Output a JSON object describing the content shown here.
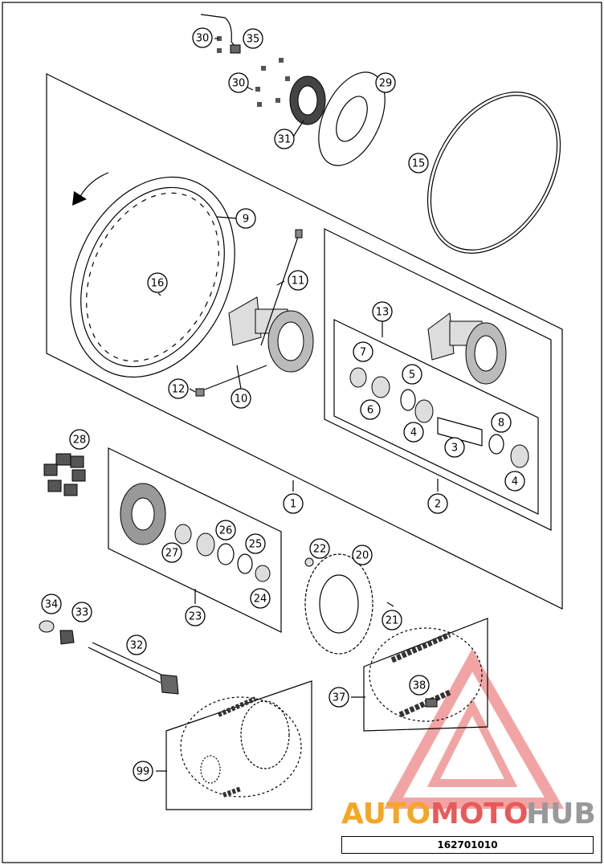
{
  "diagram": {
    "callouts": [
      "30",
      "35",
      "30",
      "29",
      "31",
      "15",
      "9",
      "16",
      "11",
      "12",
      "10",
      "13",
      "7",
      "5",
      "6",
      "4",
      "8",
      "3",
      "4",
      "28",
      "1",
      "2",
      "22",
      "20",
      "27",
      "26",
      "25",
      "24",
      "23",
      "21",
      "34",
      "33",
      "32",
      "38",
      "37",
      "99"
    ]
  },
  "footer": {
    "code": "162701010"
  },
  "watermark": {
    "part1": "AUTO",
    "part2": "MOTO",
    "part3": "HUB",
    "color_auto": "#f5a623",
    "color_moto": "#e85a5a",
    "color_hub": "#999999"
  }
}
